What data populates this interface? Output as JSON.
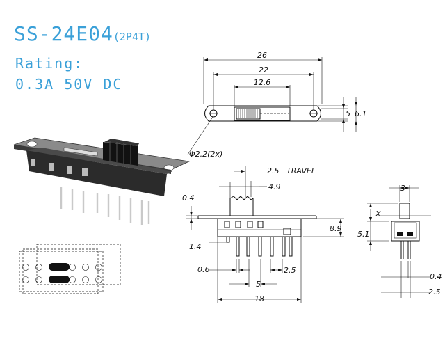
{
  "header": {
    "model": "SS-24E04",
    "variant": "(2P4T)",
    "rating_label": "Rating:",
    "rating_value": "0.3A  50V  DC"
  },
  "dimensions": {
    "top_view": {
      "overall_length": "26",
      "mount_hole_spacing": "22",
      "slot_length": "12.6",
      "height_inner": "5",
      "height_outer": "6.1",
      "hole_diameter": "Φ2.2(2x)"
    },
    "side_view": {
      "travel_width": "2.5",
      "travel_label": "TRAVEL",
      "actuator_width": "4.9",
      "flange_thickness": "0.4",
      "body_height": "8.9",
      "pin_offset": "1.4",
      "pin_width": "0.6",
      "pin_pitch": "2.5",
      "row_spacing": "5",
      "body_length": "18"
    },
    "end_view": {
      "actuator_width": "3",
      "actuator_height_label": "X",
      "height": "5.1",
      "pin_thickness": "0.4",
      "pin_spacing": "2.5"
    }
  },
  "colors": {
    "title": "#3aa0d8",
    "drawing": "#111111"
  }
}
